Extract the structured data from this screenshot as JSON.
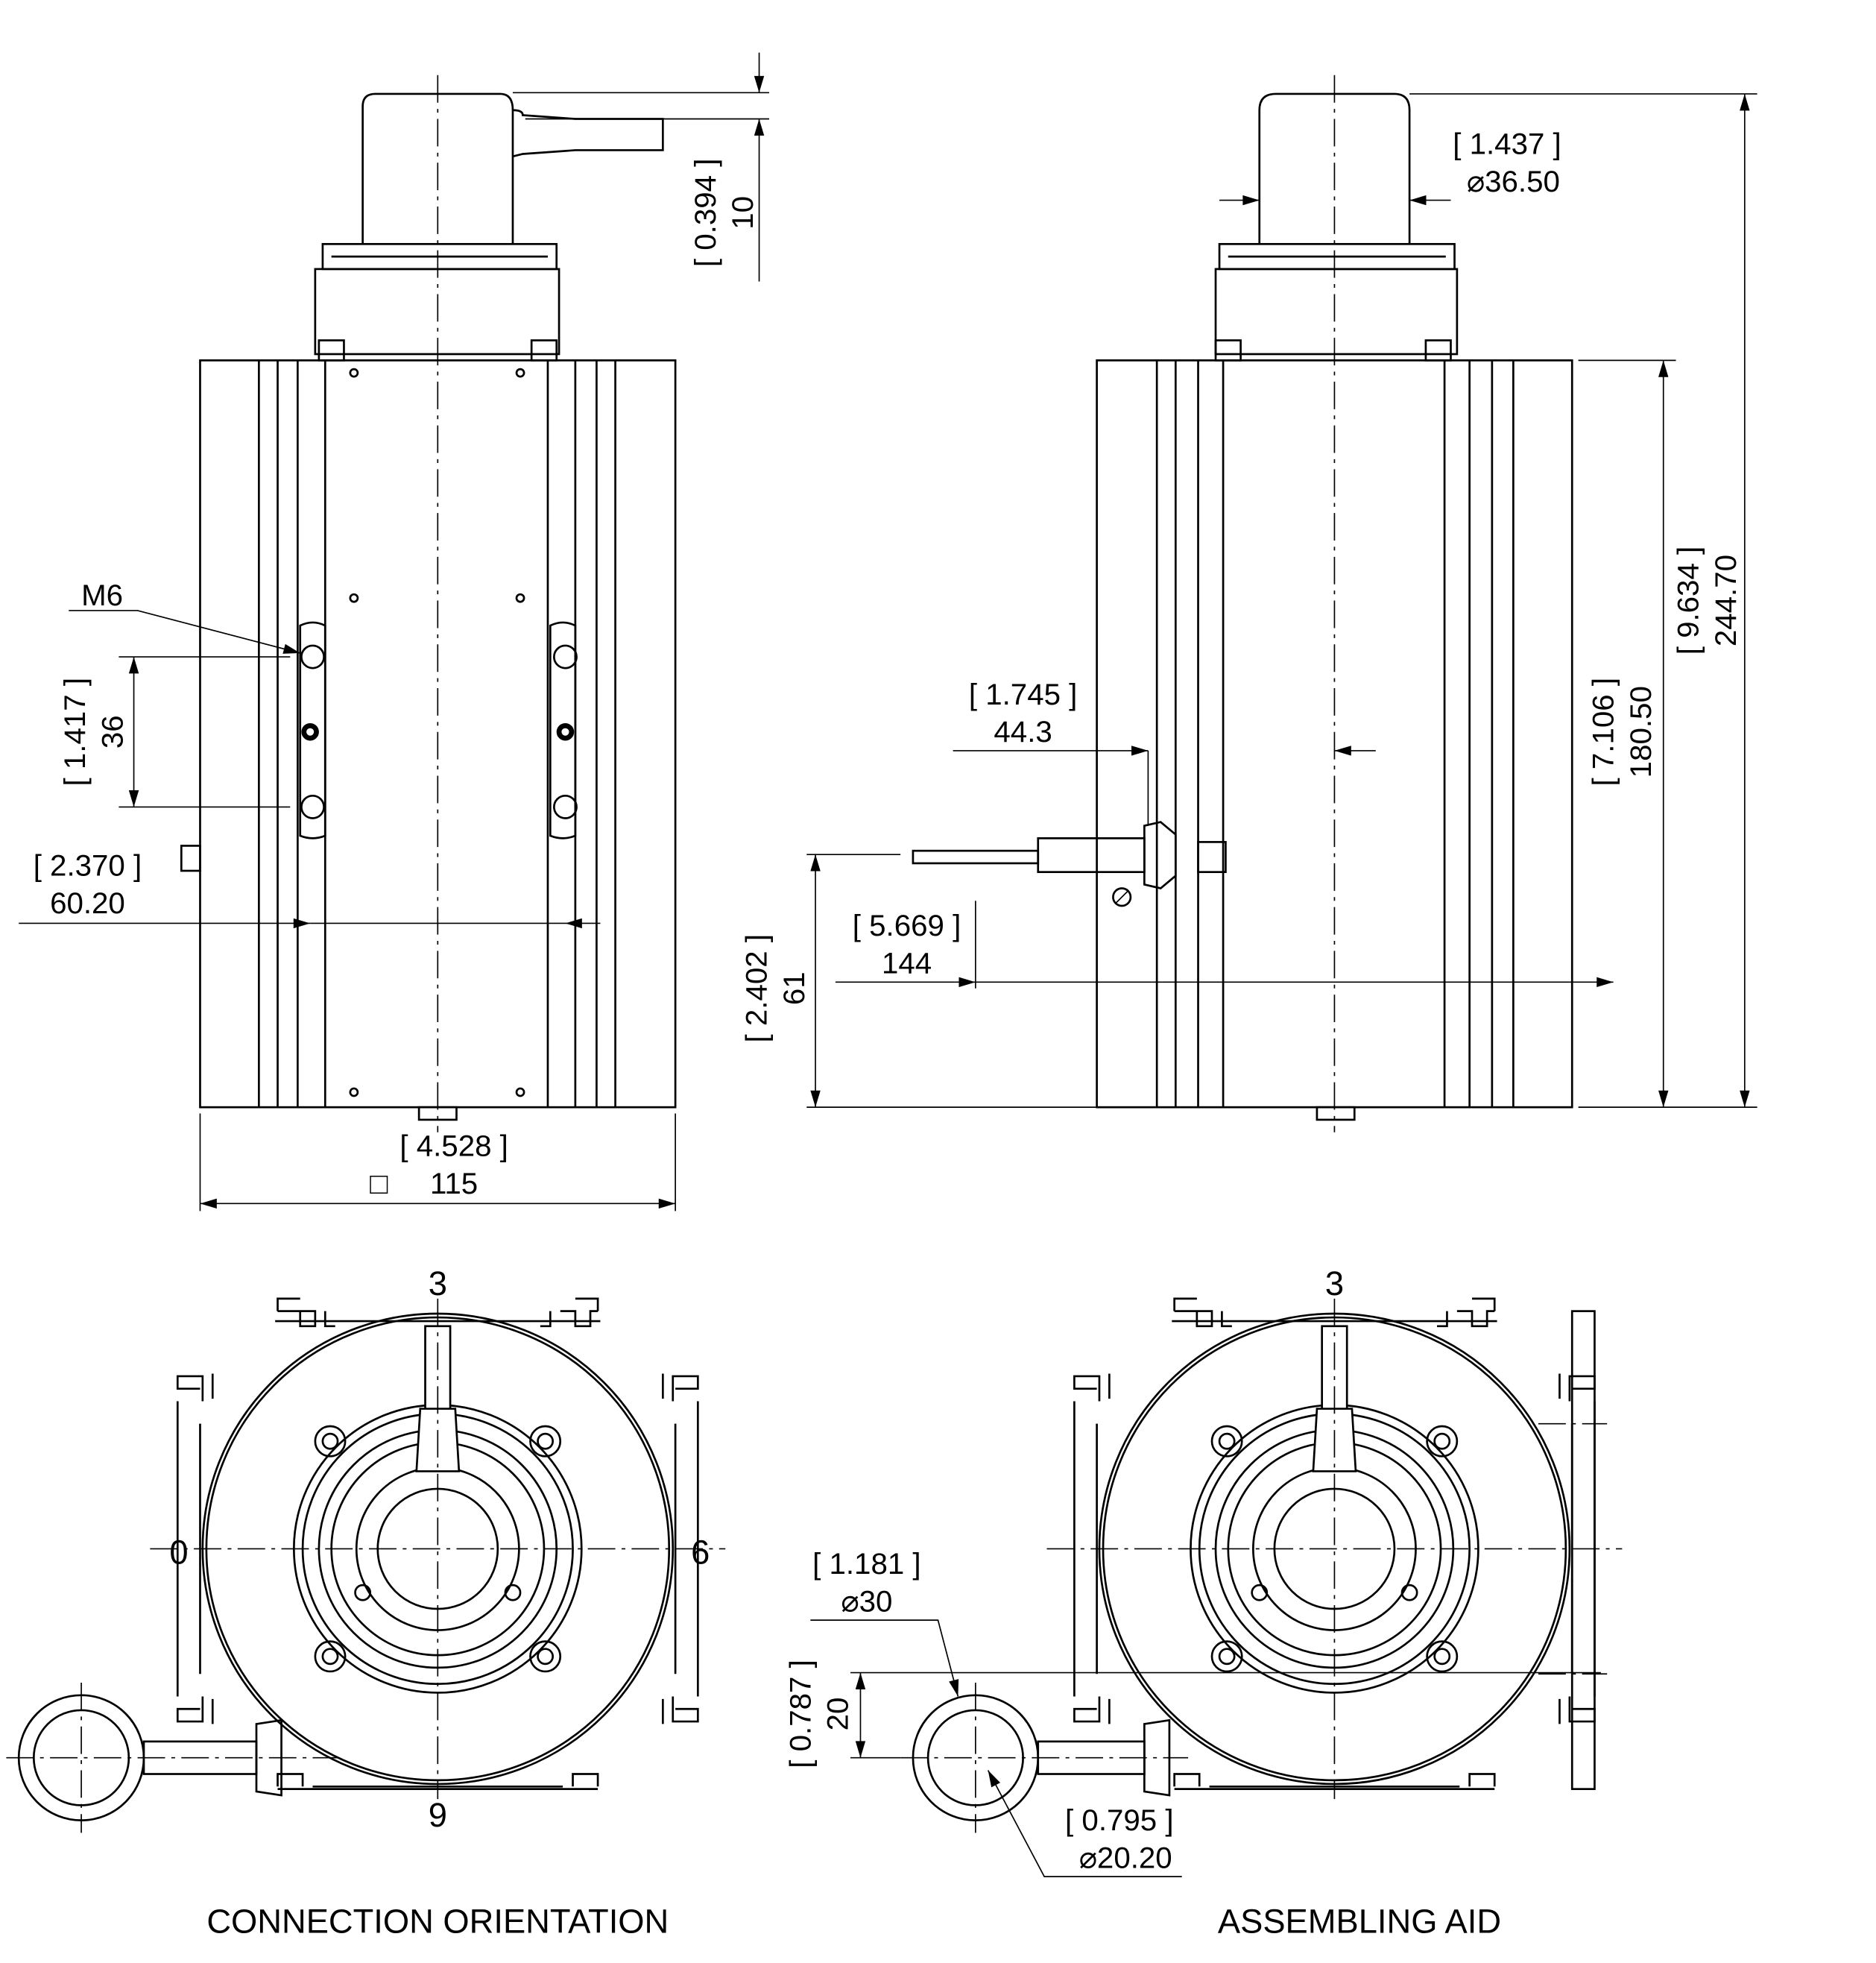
{
  "side_view_left": {
    "dim_cable_offset": {
      "inch": "0.394",
      "mm": "10"
    },
    "thread_label": "M6",
    "dim_hole_spacing": {
      "inch": "1.417",
      "mm": "36"
    },
    "dim_slot_spacing": {
      "inch": "2.370",
      "mm": "60.20"
    },
    "dim_body_width": {
      "inch": "4.528",
      "square_symbol": "□",
      "mm": "115"
    }
  },
  "side_view_right": {
    "dim_cap_diameter": {
      "inch": "1.437",
      "mm": "⌀36.50"
    },
    "dim_total_height": {
      "inch": "9.634",
      "mm": "244.70"
    },
    "dim_body_height": {
      "inch": "7.106",
      "mm": "180.50"
    },
    "dim_connector_offset": {
      "inch": "1.745",
      "mm": "44.3"
    },
    "dim_connector_length": {
      "inch": "5.669",
      "mm": "144"
    },
    "dim_connector_height": {
      "inch": "2.402",
      "mm": "61"
    }
  },
  "connection_orientation": {
    "title": "CONNECTION ORIENTATION",
    "positions": {
      "top": "3",
      "left": "0",
      "right": "6",
      "bottom": "9"
    }
  },
  "assembling_aid": {
    "title": "ASSEMBLING AID",
    "position_top": "3",
    "dim_eye_outer": {
      "inch": "1.181",
      "mm": "⌀30"
    },
    "dim_eye_offset": {
      "inch": "0.787",
      "mm": "20"
    },
    "dim_eye_inner": {
      "inch": "0.795",
      "mm": "⌀20.20"
    }
  }
}
